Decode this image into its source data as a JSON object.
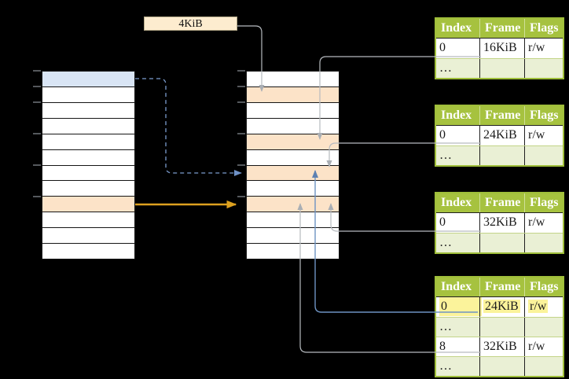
{
  "figure": {
    "frame_size_label": "4KiB",
    "ellipsis": "…"
  },
  "colors": {
    "table_header_green": "#a6c23f",
    "table_row_pale_green": "#eaf0d5",
    "table_border_green": "#9fbe3a",
    "highlight_yellow": "#fbf39b",
    "frame_orange": "#fce3c8",
    "page_blue": "#d9e5f5",
    "label_cream": "#fdeccf",
    "arrow_gray": "#b6babf",
    "arrow_blue": "#6e93c2",
    "arrow_orange": "#dda11f"
  },
  "left_memory": {
    "rows": [
      "blue",
      "",
      "",
      "",
      "",
      "",
      "",
      "",
      "orange",
      "",
      "",
      ""
    ]
  },
  "middle_memory": {
    "rows": [
      "",
      "orange",
      "",
      "",
      "orange",
      "",
      "orange",
      "",
      "orange",
      "",
      "",
      ""
    ]
  },
  "page_tables": [
    {
      "headers": [
        "Index",
        "Frame",
        "Flags"
      ],
      "rows": [
        {
          "cells": [
            "0",
            "16KiB",
            "r/w"
          ],
          "tint": "white",
          "highlight": false
        },
        {
          "cells": [
            "…",
            "",
            ""
          ],
          "tint": "green",
          "highlight": false
        }
      ]
    },
    {
      "headers": [
        "Index",
        "Frame",
        "Flags"
      ],
      "rows": [
        {
          "cells": [
            "0",
            "24KiB",
            "r/w"
          ],
          "tint": "white",
          "highlight": false
        },
        {
          "cells": [
            "…",
            "",
            ""
          ],
          "tint": "green",
          "highlight": false
        }
      ]
    },
    {
      "headers": [
        "Index",
        "Frame",
        "Flags"
      ],
      "rows": [
        {
          "cells": [
            "0",
            "32KiB",
            "r/w"
          ],
          "tint": "white",
          "highlight": false
        },
        {
          "cells": [
            "…",
            "",
            ""
          ],
          "tint": "green",
          "highlight": false
        }
      ]
    },
    {
      "headers": [
        "Index",
        "Frame",
        "Flags"
      ],
      "rows": [
        {
          "cells": [
            "0",
            "24KiB",
            "r/w"
          ],
          "tint": "white",
          "highlight": true
        },
        {
          "cells": [
            "…",
            "",
            ""
          ],
          "tint": "green",
          "highlight": false
        },
        {
          "cells": [
            "8",
            "32KiB",
            "r/w"
          ],
          "tint": "white",
          "highlight": false
        },
        {
          "cells": [
            "…",
            "",
            ""
          ],
          "tint": "green",
          "highlight": false
        }
      ]
    }
  ]
}
